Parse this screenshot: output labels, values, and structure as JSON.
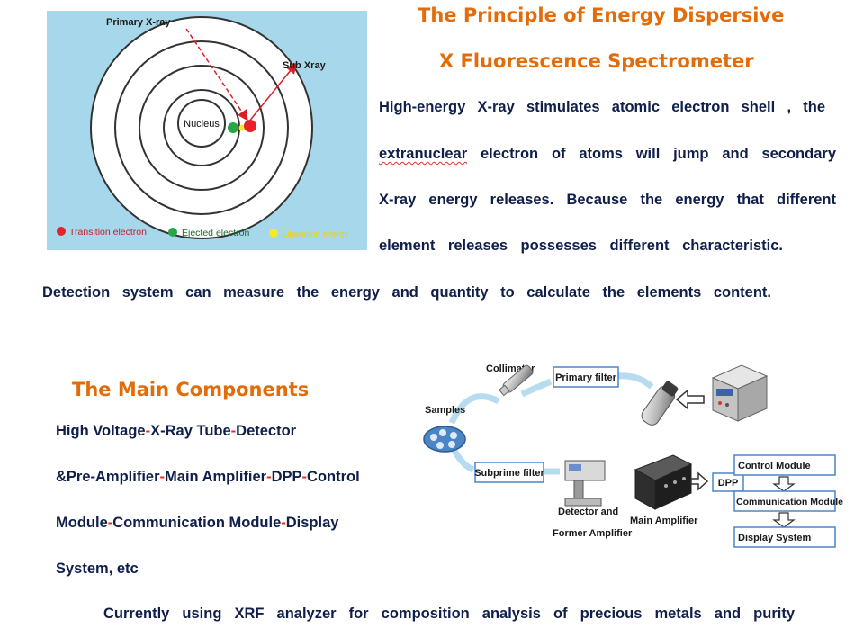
{
  "atom": {
    "primary_label": "Primary X-ray",
    "sub_label": "Sub Xray",
    "nucleus_label": "Nucleus",
    "legend": [
      {
        "label": "Transition electron",
        "color": "#e8212a"
      },
      {
        "label": "Ejected electron",
        "color": "#27a844"
      },
      {
        "label": "Liberation energy",
        "color": "#f2ea2a"
      }
    ]
  },
  "principle": {
    "title_line1": "The Principle of Energy Dispersive",
    "title_line2": "X Fluorescence Spectrometer",
    "line1": "High-energy X-ray stimulates atomic electron shell , the",
    "line2_word": "extranuclear",
    "line2_rest": "electron of atoms will jump and secondary",
    "line3": "X-ray energy releases. Because the energy that different",
    "line4": "element releases possesses different characteristic.",
    "line5": "Detection system can measure the energy and quantity to calculate the elements content."
  },
  "components": {
    "title": "The Main Components",
    "separator": "-",
    "line1": [
      "High Voltage",
      "X-Ray Tube",
      "Detector"
    ],
    "line2": [
      "&Pre-Amplifier",
      "Main Amplifier",
      "DPP",
      "Control"
    ],
    "line3": [
      "Module",
      "Communication Module",
      "Display"
    ],
    "line4": "System, etc"
  },
  "flow": {
    "collimator": "Collimator",
    "primary_filter": "Primary filter",
    "samples": "Samples",
    "subprime_filter": "Subprime filter",
    "detector_line1": "Detector and",
    "detector_line2": "Former Amplifier",
    "main_amplifier": "Main Amplifier",
    "dpp": "DPP",
    "control_module": "Control Module",
    "communication_module": "Communication Module",
    "display_system": "Display System"
  },
  "footer": "Currently using XRF analyzer for composition analysis of precious metals and purity"
}
